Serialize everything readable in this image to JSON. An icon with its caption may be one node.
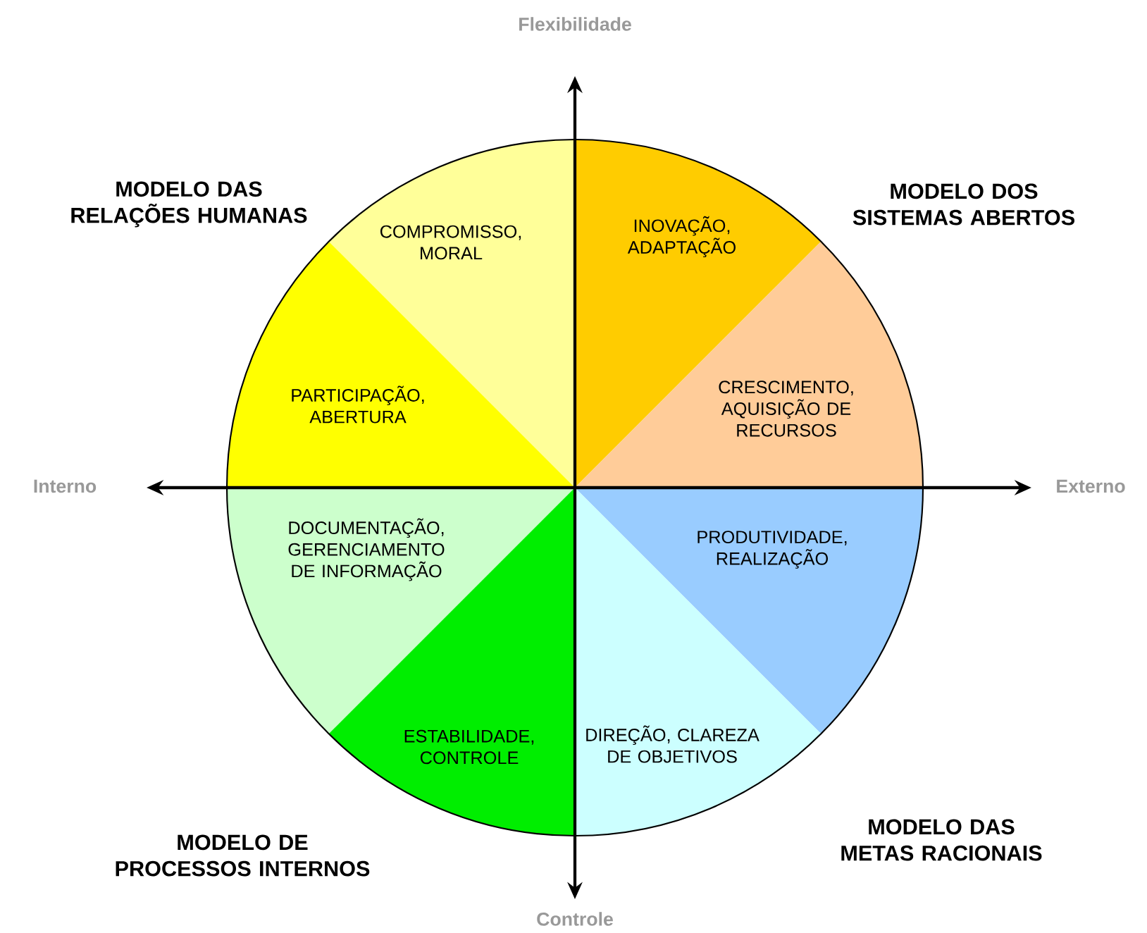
{
  "diagram": {
    "nodes": [
      {
        "text": [
          "COMPROMISSO, MORAL"
        ]
      },
      {
        "text": [
          "INOVAÇÃO, ADAPTAÇÃO"
        ]
      },
      {
        "text": [
          "PARTICIPAÇÃO, ABERTURA"
        ]
      },
      {
        "text": [
          "CRESCIMENTO, AQUISIÇÃO DE RECURSOS"
        ]
      },
      {
        "text": [
          "DOCUMENTAÇÃO, GERENCIAMENTO DE INFORMAÇÃO"
        ]
      },
      {
        "text": [
          "PRODUTIVIDADE, REALIZAÇÃO"
        ]
      },
      {
        "text": [
          "ESTABILIDADE, CONTROLE"
        ]
      },
      {
        "text": [
          "DIREÇÃO, CLAREZA DE OBJETIVOS"
        ]
      }
    ],
    "labels": [
      "Flexibilidade",
      "MODELO DAS RELAÇÕES HUMANAS",
      "MODELO DOS SISTEMAS ABERTOS",
      "Interno",
      "Externo",
      "MODELO DE PROCESSOS INTERNOS",
      "MODELO DAS METAS RACIONAIS",
      "Controle"
    ]
  }
}
